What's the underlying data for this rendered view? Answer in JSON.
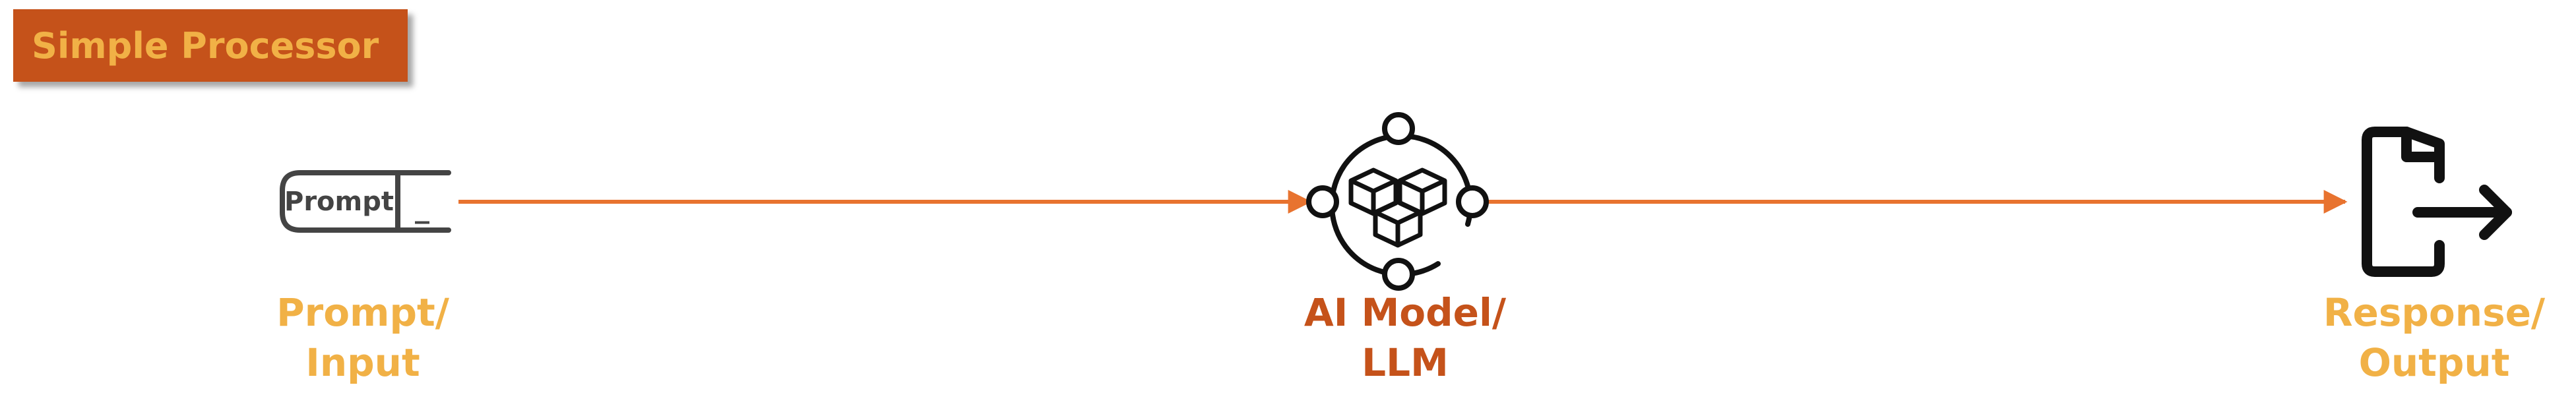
{
  "header": {
    "title": "Simple Processor"
  },
  "colors": {
    "badge_bg": "#c5521a",
    "badge_text": "#f1b146",
    "arrow": "#e8732f",
    "label_light": "#f1b146",
    "label_dark": "#c5521a",
    "icon_stroke": "#111111",
    "prompt_icon_stroke": "#444444"
  },
  "nodes": {
    "prompt": {
      "icon_text": "Prompt",
      "cursor": "_",
      "label_line1": "Prompt/",
      "label_line2": "Input",
      "icon": "terminal-prompt-icon"
    },
    "model": {
      "label_line1": "AI Model/",
      "label_line2": "LLM",
      "icon": "ai-model-cubes-icon"
    },
    "output": {
      "label_line1": "Response/",
      "label_line2": "Output",
      "icon": "document-export-icon"
    }
  },
  "edges": [
    {
      "from": "prompt",
      "to": "model"
    },
    {
      "from": "model",
      "to": "output"
    }
  ]
}
